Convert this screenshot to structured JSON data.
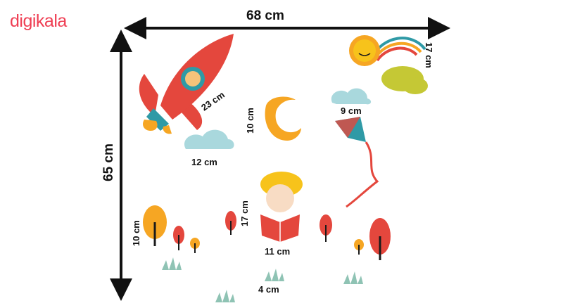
{
  "brand": {
    "name": "digikala",
    "color": "#ef3e53"
  },
  "dimensions": {
    "total_width": "68 cm",
    "total_height": "65 cm",
    "rocket": "23 cm",
    "rainbow": "17 cm",
    "moon": "10 cm",
    "small_cloud": "9 cm",
    "cloud": "12 cm",
    "boy": "17 cm",
    "boy_width": "11 cm",
    "tree": "10 cm",
    "grass": "4 cm"
  },
  "palette": {
    "red": "#e4473d",
    "teal": "#2f9aa6",
    "orange": "#f6a623",
    "yellow": "#f7c31b",
    "cloud": "#a9d8dd",
    "grass": "#8fc3b4",
    "lime": "#c5c835",
    "dark": "#1a1a1a"
  }
}
